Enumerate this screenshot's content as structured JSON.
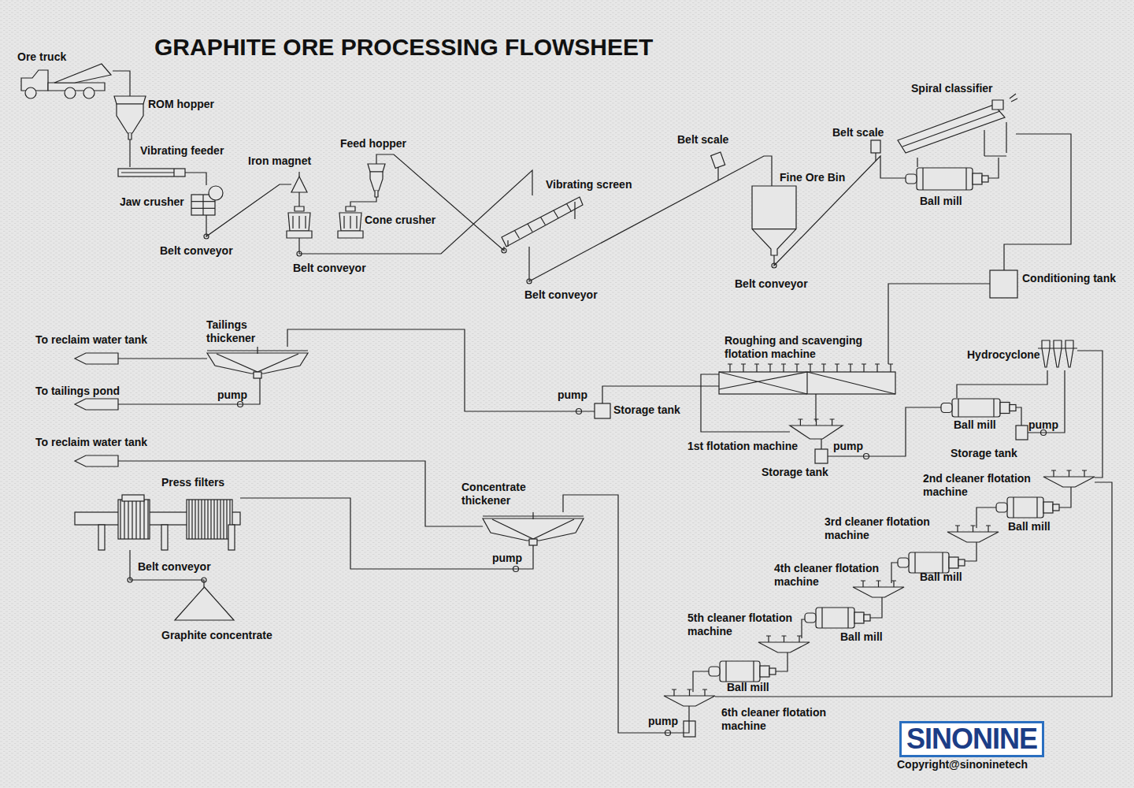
{
  "diagram": {
    "title": "GRAPHITE ORE PROCESSING FLOWSHEET",
    "nodes": [
      {
        "text": [
          "Ore truck"
        ]
      },
      {
        "text": [
          "ROM hopper"
        ]
      },
      {
        "text": [
          "Vibrating feeder"
        ]
      },
      {
        "text": [
          "Jaw crusher"
        ]
      },
      {
        "text": [
          "Iron magnet"
        ]
      },
      {
        "text": [
          "Feed hopper"
        ]
      },
      {
        "text": [
          "Cone crusher"
        ]
      },
      {
        "text": [
          "Vibrating screen"
        ]
      },
      {
        "text": [
          "Fine Ore Bin"
        ]
      },
      {
        "text": [
          "Spiral classifier"
        ]
      },
      {
        "text": [
          "Ball mill"
        ]
      },
      {
        "text": [
          "Conditioning tank"
        ]
      },
      {
        "text": [
          "To reclaim water tank"
        ]
      },
      {
        "text": [
          "Tailings thickener"
        ]
      },
      {
        "text": [
          "To tailings pond"
        ]
      },
      {
        "text": [
          "Storage tank"
        ]
      },
      {
        "text": [
          "Roughing and scavenging flotation machine"
        ]
      },
      {
        "text": [
          "Hydrocyclone"
        ]
      },
      {
        "text": [
          "Ball mill"
        ]
      },
      {
        "text": [
          "1st flotation machine"
        ]
      },
      {
        "text": [
          "Storage tank"
        ]
      },
      {
        "text": [
          "Storage tank"
        ]
      },
      {
        "text": [
          "To reclaim water tank"
        ]
      },
      {
        "text": [
          "Press filters"
        ]
      },
      {
        "text": [
          "Concentrate thickener"
        ]
      },
      {
        "text": [
          "2nd cleaner flotation machine"
        ]
      },
      {
        "text": [
          "Ball mill"
        ]
      },
      {
        "text": [
          "3rd cleaner flotation machine"
        ]
      },
      {
        "text": [
          "Ball mill"
        ]
      },
      {
        "text": [
          "4th cleaner flotation machine"
        ]
      },
      {
        "text": [
          "Ball mill"
        ]
      },
      {
        "text": [
          "5th cleaner flotation machine"
        ]
      },
      {
        "text": [
          "Graphite concentrate"
        ]
      },
      {
        "text": [
          "Ball mill"
        ]
      },
      {
        "text": [
          "6th cleaner flotation machine"
        ]
      }
    ],
    "edges": [
      {
        "from": 0,
        "to": 1,
        "arrow": "none"
      },
      {
        "from": 1,
        "to": 2,
        "arrow": "none"
      },
      {
        "from": 2,
        "to": 3,
        "arrow": "none"
      },
      {
        "from": 3,
        "to": 4,
        "arrow": "none"
      },
      {
        "from": 4,
        "to": 6,
        "arrow": "none"
      },
      {
        "from": 5,
        "to": 6,
        "arrow": "none"
      },
      {
        "from": 6,
        "to": 7,
        "arrow": "none"
      },
      {
        "from": 7,
        "to": 5,
        "arrow": "none"
      },
      {
        "from": 7,
        "to": 8,
        "arrow": "none"
      },
      {
        "from": 8,
        "to": 10,
        "arrow": "none"
      },
      {
        "from": 10,
        "to": 9,
        "arrow": "none"
      },
      {
        "from": 9,
        "to": 10,
        "arrow": "none"
      },
      {
        "from": 9,
        "to": 11,
        "arrow": "none"
      },
      {
        "from": 11,
        "to": 16,
        "arrow": "none"
      },
      {
        "from": 16,
        "to": 19,
        "arrow": "none"
      },
      {
        "from": 19,
        "to": 16,
        "arrow": "none"
      },
      {
        "from": 16,
        "to": 15,
        "arrow": "none"
      },
      {
        "from": 15,
        "to": 13,
        "arrow": "none"
      },
      {
        "from": 13,
        "to": 12,
        "arrow": "none"
      },
      {
        "from": 13,
        "to": 14,
        "arrow": "none"
      },
      {
        "from": 19,
        "to": 20,
        "arrow": "none"
      },
      {
        "from": 20,
        "to": 18,
        "arrow": "none"
      },
      {
        "from": 18,
        "to": 21,
        "arrow": "none"
      },
      {
        "from": 21,
        "to": 17,
        "arrow": "none"
      },
      {
        "from": 17,
        "to": 18,
        "arrow": "none"
      },
      {
        "from": 17,
        "to": 25,
        "arrow": "none"
      },
      {
        "from": 25,
        "to": 26,
        "arrow": "none"
      },
      {
        "from": 26,
        "to": 27,
        "arrow": "none"
      },
      {
        "from": 27,
        "to": 28,
        "arrow": "none"
      },
      {
        "from": 28,
        "to": 29,
        "arrow": "none"
      },
      {
        "from": 29,
        "to": 30,
        "arrow": "none"
      },
      {
        "from": 30,
        "to": 31,
        "arrow": "none"
      },
      {
        "from": 31,
        "to": 33,
        "arrow": "none"
      },
      {
        "from": 33,
        "to": 34,
        "arrow": "none"
      },
      {
        "from": 34,
        "to": 24,
        "arrow": "none"
      },
      {
        "from": 34,
        "to": 25,
        "arrow": "none"
      },
      {
        "from": 24,
        "to": 23,
        "arrow": "none"
      },
      {
        "from": 24,
        "to": 22,
        "arrow": "none"
      },
      {
        "from": 23,
        "to": 32,
        "arrow": "none"
      }
    ],
    "labels": [
      "Belt conveyor",
      "Belt conveyor",
      "Belt conveyor",
      "Belt scale",
      "Belt conveyor",
      "Belt scale",
      "pump",
      "pump",
      "pump",
      "pump",
      "pump",
      "Belt conveyor",
      "pump",
      "SINONINE",
      "Copyright@sinoninetech"
    ]
  }
}
